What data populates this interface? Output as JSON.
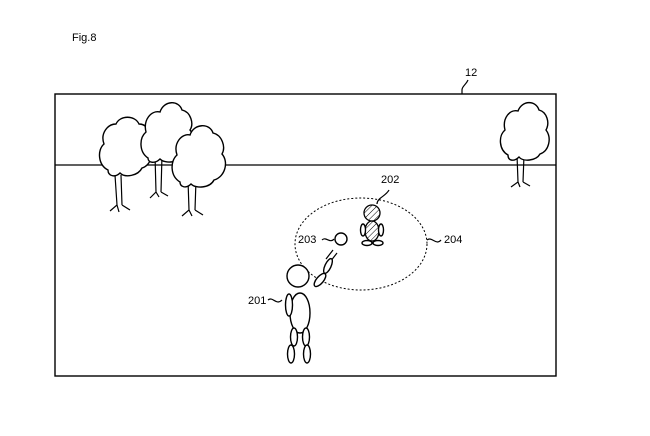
{
  "figure_label": "Fig.8",
  "labels": {
    "screen": "12",
    "player": "201",
    "partner": "202",
    "ball": "203",
    "range": "204"
  }
}
